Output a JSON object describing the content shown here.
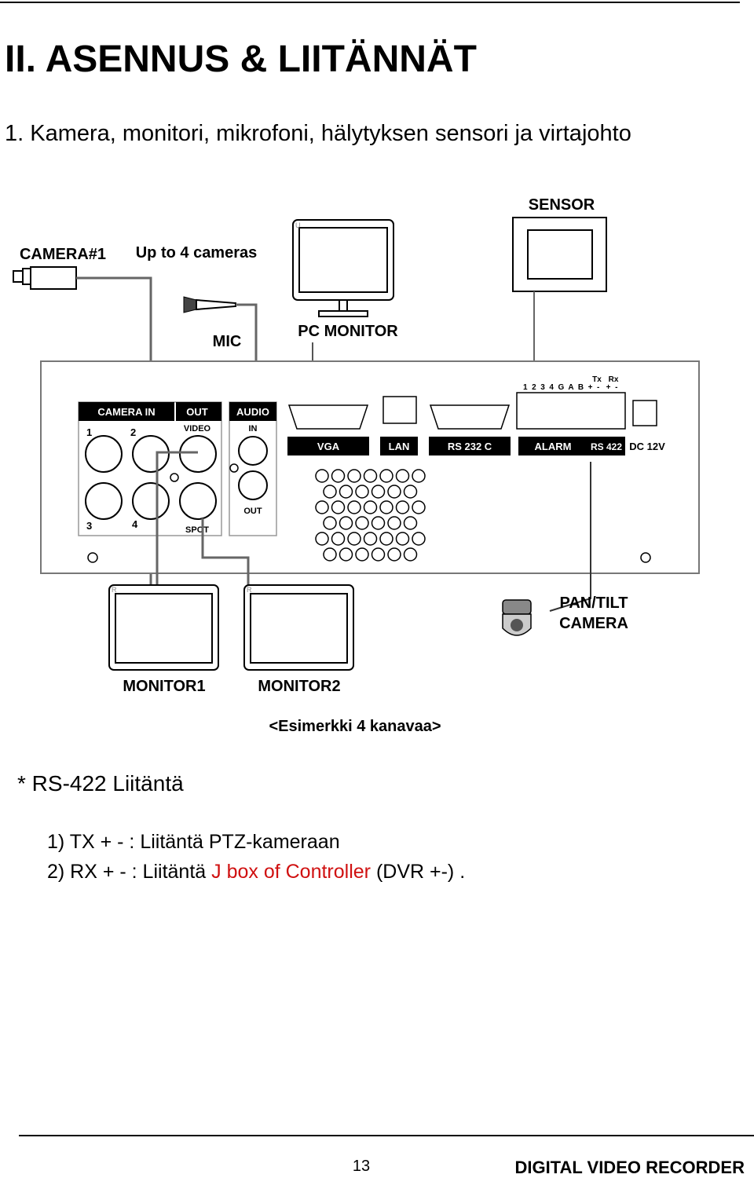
{
  "page": {
    "title": "II. ASENNUS & LIITÄNNÄT",
    "subtitle": "1. Kamera, monitori, mikrofoni, hälytyksen sensori ja virtajohto"
  },
  "diagram": {
    "camera_label": "CAMERA#1",
    "cameras_note": "Up to 4 cameras",
    "sensor_label": "SENSOR",
    "mic_label": "MIC",
    "pc_monitor_label": "PC MONITOR",
    "pan_tilt_label_1": "PAN/TILT",
    "pan_tilt_label_2": "CAMERA",
    "monitor1_label": "MONITOR1",
    "monitor2_label": "MONITOR2",
    "example_caption": "<Esimerkki 4 kanavaa>",
    "monitor_tiny_1": "U",
    "monitor_tiny_2": "R",
    "panel": {
      "camera_in": "CAMERA IN",
      "out": "OUT",
      "video": "VIDEO",
      "audio": "AUDIO",
      "in": "IN",
      "audio_out": "OUT",
      "spot": "SPOT",
      "ch1": "1",
      "ch2": "2",
      "ch3": "3",
      "ch4": "4",
      "vga": "VGA",
      "lan": "LAN",
      "rs232": "RS 232 C",
      "alarm": "ALARM",
      "rs422": "RS 422",
      "dc12v": "DC 12V",
      "terminal_numbers": "1  2  3  4  G  A  B  +  -   +  -",
      "tx": "Tx",
      "rx": "Rx"
    }
  },
  "notes": {
    "title": "* RS-422 Liitäntä",
    "line1": "1) TX + - : Liitäntä PTZ-kameraan",
    "line2_pre": "2) RX + - : Liitäntä ",
    "line2_red": "J box of Controller",
    "line2_post": " (DVR +-) ."
  },
  "footer": {
    "page_number": "13",
    "doc_title": "DIGITAL VIDEO RECORDER"
  },
  "colors": {
    "text": "#000000",
    "panel_label_bg": "#000000",
    "highlight_red": "#d01010"
  }
}
